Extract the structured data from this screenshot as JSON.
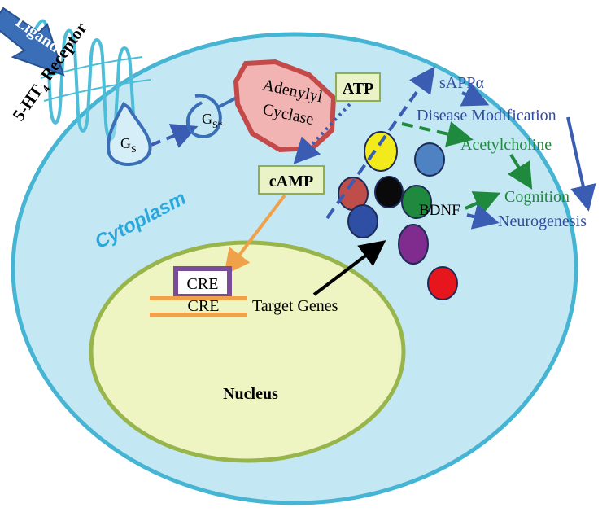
{
  "labels": {
    "ligand": "Ligand",
    "receptor_prefix": "5-HT",
    "receptor_sub": "4",
    "receptor_suffix": "Receptor",
    "gs": "G",
    "gs_sub": "S",
    "gs_active": "G",
    "gs_active_sub": "S*",
    "adenylyl": "Adenylyl",
    "cyclase": "Cyclase",
    "atp": "ATP",
    "camp": "cAMP",
    "cytoplasm": "Cytoplasm",
    "cre_box": "CRE",
    "cre_strand": "CRE",
    "target_genes": "Target Genes",
    "nucleus": "Nucleus",
    "sappa": "sAPPα",
    "disease_modification": "Disease Modification",
    "acetylcholine": "Acetylcholine",
    "bdnf": "BDNF",
    "cognition": "Cognition",
    "neurogenesis": "Neurogenesis"
  },
  "colors": {
    "cell_fill": "#c4e7f4",
    "cell_border": "#46b5d3",
    "nucleus_fill": "#eef4c2",
    "nucleus_border": "#98b54c",
    "receptor": "#4dbdd8",
    "g_protein": "#3a6fb8",
    "dashed_blue": "#3a5db3",
    "adenylyl_fill": "#f2b3b3",
    "adenylyl_border": "#c44a4a",
    "box_fill": "#e9f3c7",
    "box_border": "#8fae54",
    "orange": "#f0a24a",
    "cre_box": "#7b4c9a",
    "cytoplasm_text": "#2aa8dc",
    "blue_text": "#2f4c9e",
    "green_text": "#1f8a3d",
    "ligand_arrow": "#3a6fb8"
  },
  "vesicles": [
    {
      "name": "yellow-vesicle",
      "color": "#f2ea1b"
    },
    {
      "name": "blue-vesicle",
      "color": "#4f82c2"
    },
    {
      "name": "brown-vesicle",
      "color": "#bf4e4b"
    },
    {
      "name": "black-vesicle",
      "color": "#0a0a0a"
    },
    {
      "name": "green-vesicle",
      "color": "#1f8a3d"
    },
    {
      "name": "navy-vesicle",
      "color": "#2e4fa3"
    },
    {
      "name": "purple-vesicle",
      "color": "#7f2c8e"
    },
    {
      "name": "red-vesicle",
      "color": "#e6161c"
    }
  ]
}
